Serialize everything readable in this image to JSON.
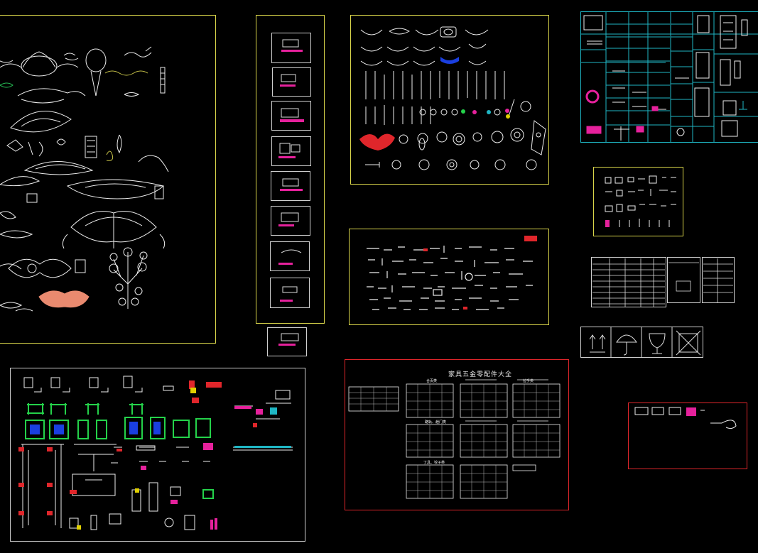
{
  "hardware_sheet": {
    "title": "家具五金零配件大全",
    "section_a": "合页类",
    "section_b": "拉手类",
    "section_c": "路轨、趟门类",
    "section_d": "丁具、铰子类"
  },
  "colors": {
    "background": "#000000",
    "yellow_border": "#d8d44a",
    "white_border": "#cfcfcf",
    "red_border": "#e0262b",
    "cyan_border": "#1fb6c4",
    "magenta": "#e6219c",
    "green": "#24d24a",
    "salmon": "#e98a6f"
  }
}
